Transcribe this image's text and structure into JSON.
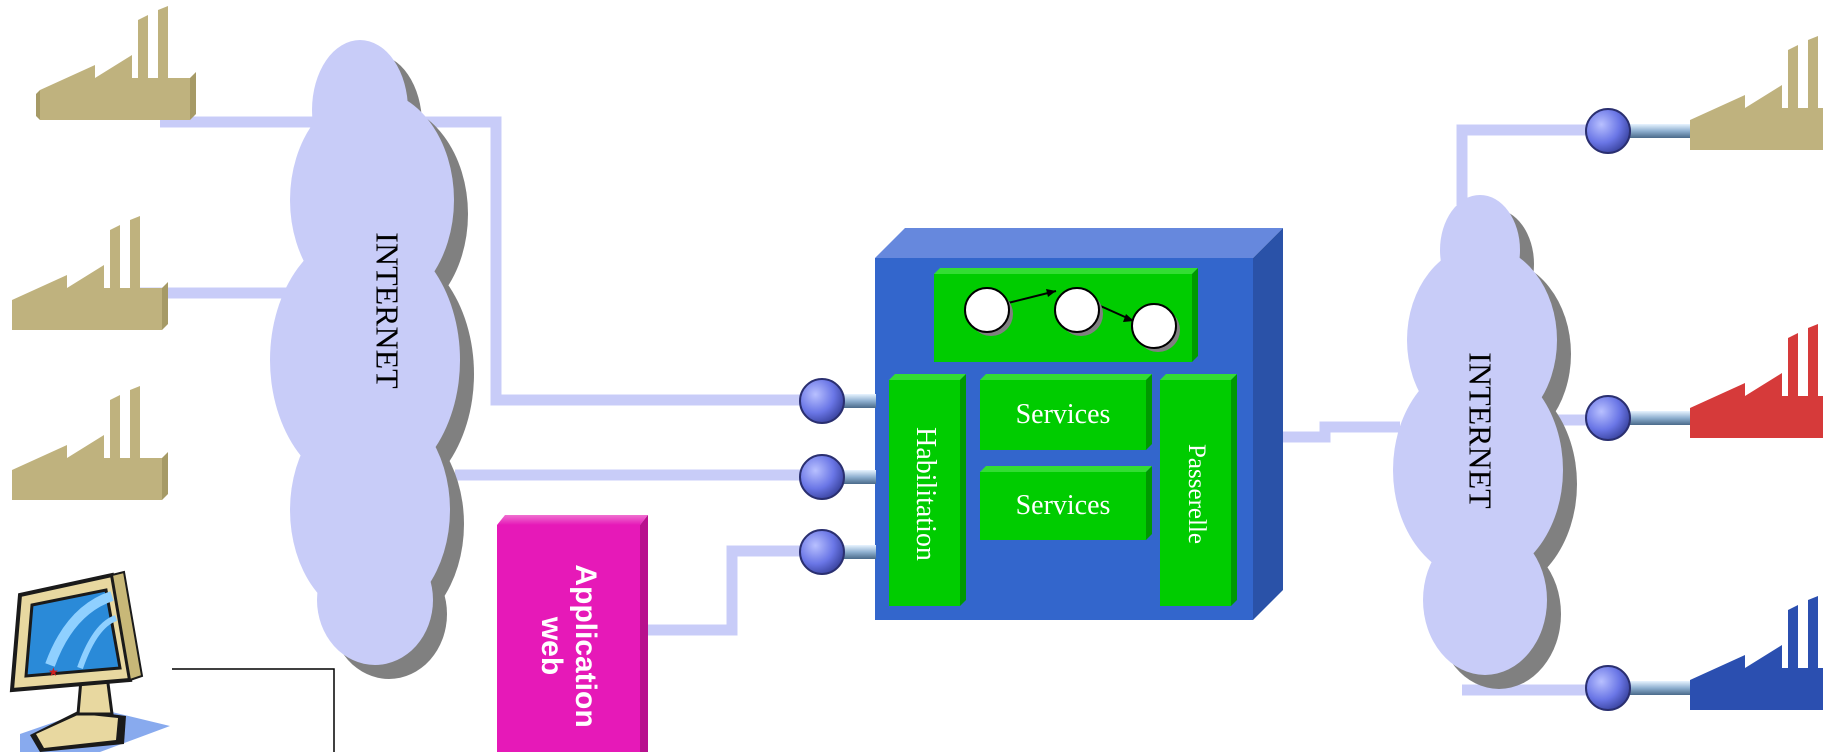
{
  "clouds": [
    {
      "id": "left",
      "label": "INTERNET"
    },
    {
      "id": "right",
      "label": "INTERNET"
    }
  ],
  "server": {
    "boxes": [
      {
        "id": "habilitation",
        "label": "Habilitation"
      },
      {
        "id": "services-1",
        "label": "Services"
      },
      {
        "id": "services-2",
        "label": "Services"
      },
      {
        "id": "passerelle",
        "label": "Passerelle"
      }
    ],
    "workflow_nodes": 3
  },
  "application": {
    "line1": "Application",
    "line2": "web"
  },
  "factories": {
    "left": [
      {
        "color": "#bfb27e",
        "shade": "#a69a66"
      },
      {
        "color": "#bfb27e",
        "shade": "#a69a66"
      },
      {
        "color": "#bfb27e",
        "shade": "#a69a66"
      }
    ],
    "right": [
      {
        "color": "#bfb27e",
        "shade": "#a69a66"
      },
      {
        "color": "#d63a3a",
        "shade": "#b02828"
      },
      {
        "color": "#2b4fb0",
        "shade": "#1f3d8c"
      }
    ]
  },
  "colors": {
    "server_front": "#3366cc",
    "server_top": "#6688dd",
    "server_side": "#2a52a8",
    "green": "#00cc00",
    "green_dark": "#009900",
    "magenta": "#e619b8",
    "cloud": "#c8ccf8",
    "cloud_shadow": "#808080",
    "link": "#c8ccf8",
    "port": "#6a76e6",
    "caption": "#2e3fd6"
  }
}
